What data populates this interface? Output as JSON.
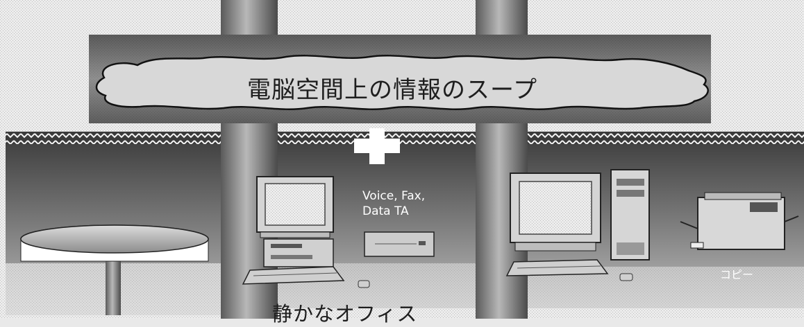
{
  "labels": {
    "information_soup": "電脳空間上の情報のスープ",
    "terminal_adapter_line1": "Voice, Fax,",
    "terminal_adapter_line2": "Data TA",
    "copier": "コピー",
    "quiet_office": "静かなオフィス"
  },
  "colors": {
    "background": "#e9e9e9",
    "dark_band": "#3c3c3c",
    "room_fill": "#6e6e6e",
    "pillar": "#8a8a8a",
    "cloud_fill": "#d6d6d6",
    "outline": "#111111",
    "plus_sign": "#ffffff"
  },
  "icons": [
    "information-soup-cloud",
    "plus-icon",
    "desktop-computer-icon",
    "keyboard-icon",
    "mouse-icon",
    "terminal-adapter-icon",
    "tower-computer-icon",
    "copier-icon",
    "round-table-icon"
  ]
}
